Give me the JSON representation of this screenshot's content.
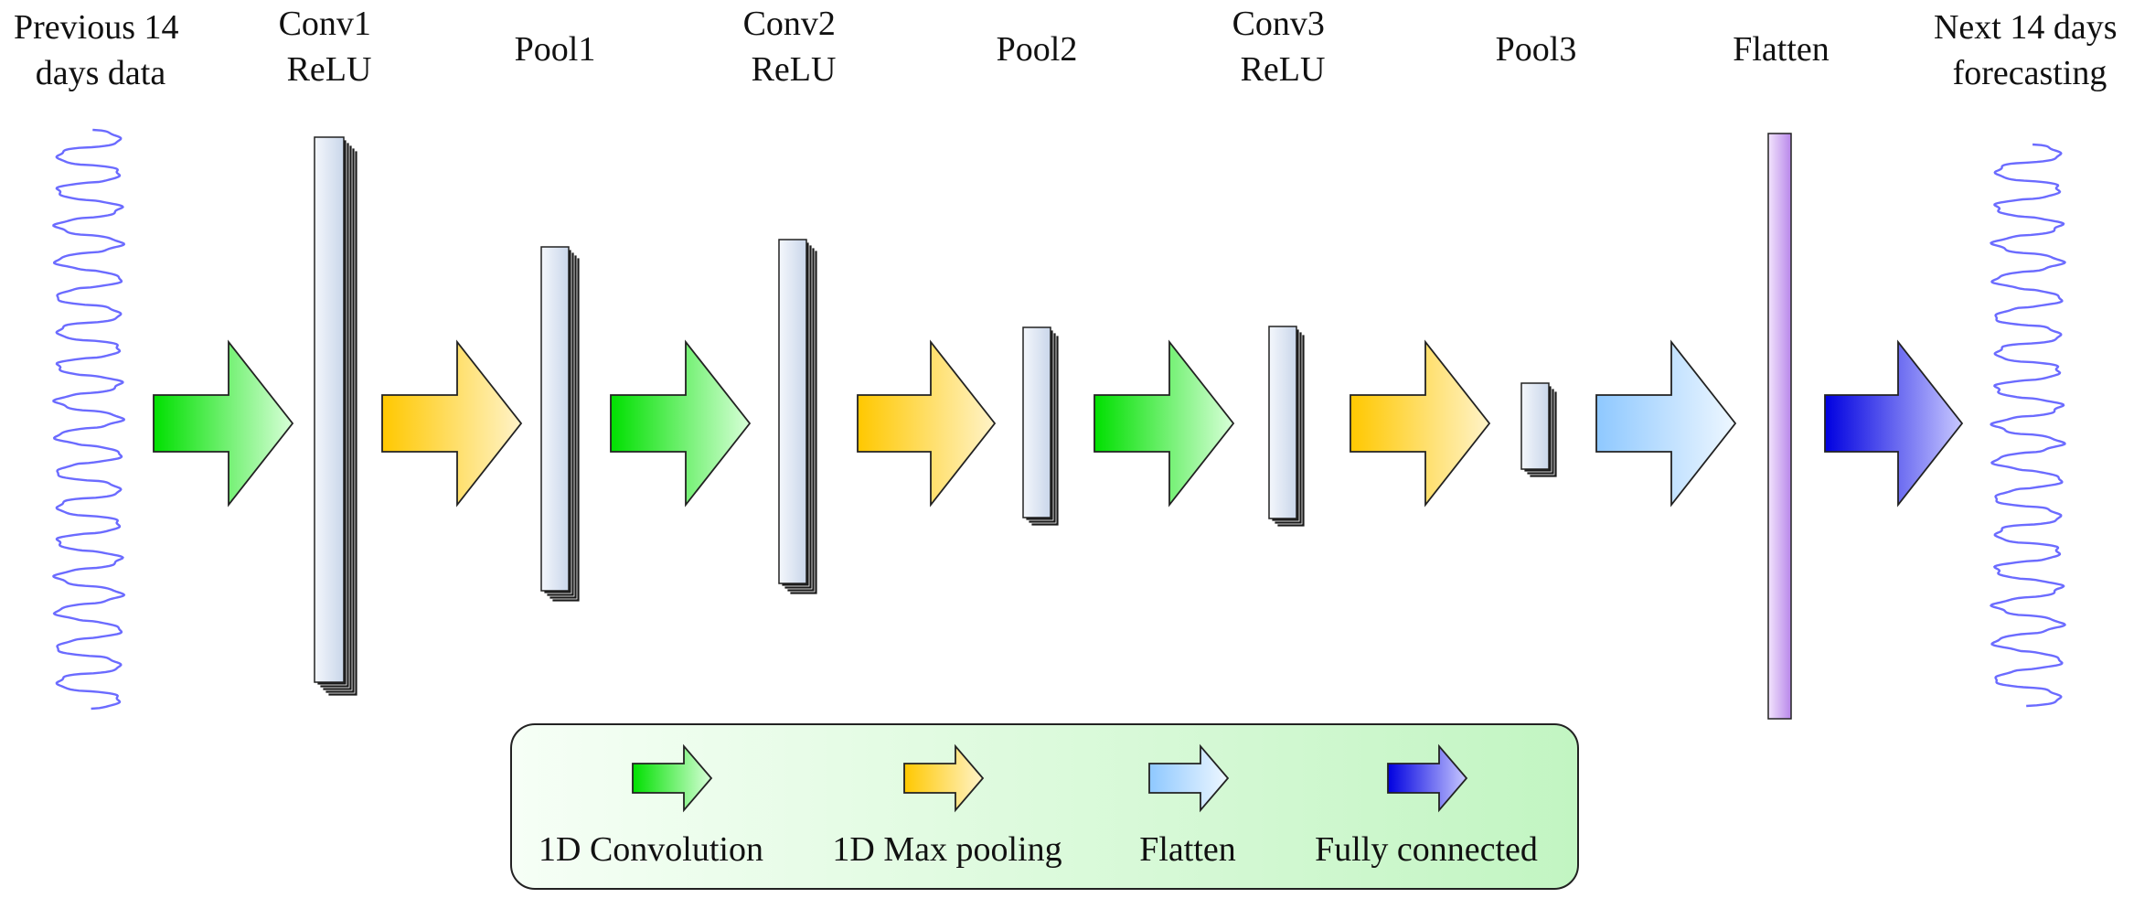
{
  "stages": [
    {
      "id": "input",
      "lines": [
        "Previous 14",
        "days data"
      ]
    },
    {
      "id": "conv1",
      "lines": [
        "Conv1",
        "ReLU"
      ]
    },
    {
      "id": "pool1",
      "lines": [
        "Pool1"
      ]
    },
    {
      "id": "conv2",
      "lines": [
        "Conv2",
        "ReLU"
      ]
    },
    {
      "id": "pool2",
      "lines": [
        "Pool2"
      ]
    },
    {
      "id": "conv3",
      "lines": [
        "Conv3",
        "ReLU"
      ]
    },
    {
      "id": "pool3",
      "lines": [
        "Pool3"
      ]
    },
    {
      "id": "flatten",
      "lines": [
        "Flatten"
      ]
    },
    {
      "id": "output",
      "lines": [
        "Next 14 days",
        "forecasting"
      ]
    }
  ],
  "operations": {
    "conv": {
      "label": "1D Convolution",
      "color": "#00e000"
    },
    "pool": {
      "label": "1D Max pooling",
      "color": "#ffc800"
    },
    "flatten": {
      "label": "Flatten",
      "color": "#8ec8ff"
    },
    "fc": {
      "label": "Fully connected",
      "color": "#0000e0"
    }
  },
  "colors": {
    "signal": "#6b6bff",
    "layer_fill": "#dce6f5",
    "flatten_layer": "#c79cf0",
    "legend_bg": "#c8f5c8"
  }
}
